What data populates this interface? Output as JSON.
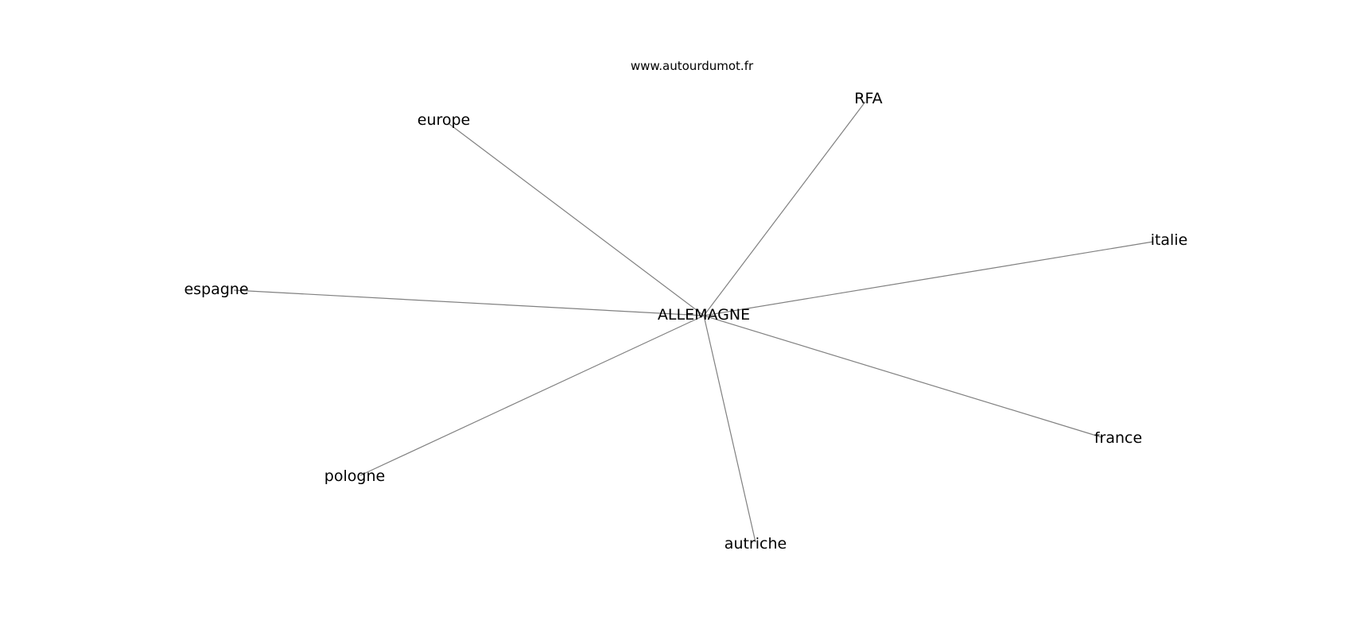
{
  "watermark": "www.autourdumot.fr",
  "colors": {
    "background": "#ffffff",
    "edge": "#808080",
    "text": "#000000"
  },
  "graph": {
    "center": "ALLEMAGNE",
    "nodes": [
      "europe",
      "RFA",
      "italie",
      "espagne",
      "france",
      "pologne",
      "autriche"
    ],
    "edges": [
      [
        "ALLEMAGNE",
        "europe"
      ],
      [
        "ALLEMAGNE",
        "RFA"
      ],
      [
        "ALLEMAGNE",
        "italie"
      ],
      [
        "ALLEMAGNE",
        "espagne"
      ],
      [
        "ALLEMAGNE",
        "france"
      ],
      [
        "ALLEMAGNE",
        "pologne"
      ],
      [
        "ALLEMAGNE",
        "autriche"
      ]
    ]
  }
}
